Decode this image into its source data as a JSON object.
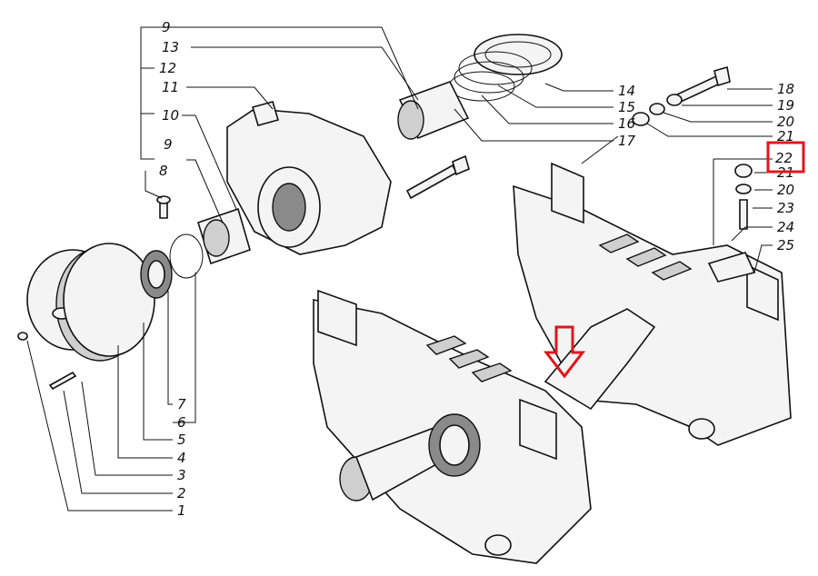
{
  "diagram": {
    "labels": [
      "1",
      "2",
      "3",
      "4",
      "5",
      "6",
      "7",
      "8",
      "9",
      "10",
      "11",
      "12",
      "13",
      "9",
      "14",
      "15",
      "16",
      "17",
      "18",
      "19",
      "20",
      "21",
      "22",
      "21",
      "20",
      "23",
      "24",
      "25"
    ],
    "highlight_label": "22",
    "highlight_color": "#e3141b"
  }
}
